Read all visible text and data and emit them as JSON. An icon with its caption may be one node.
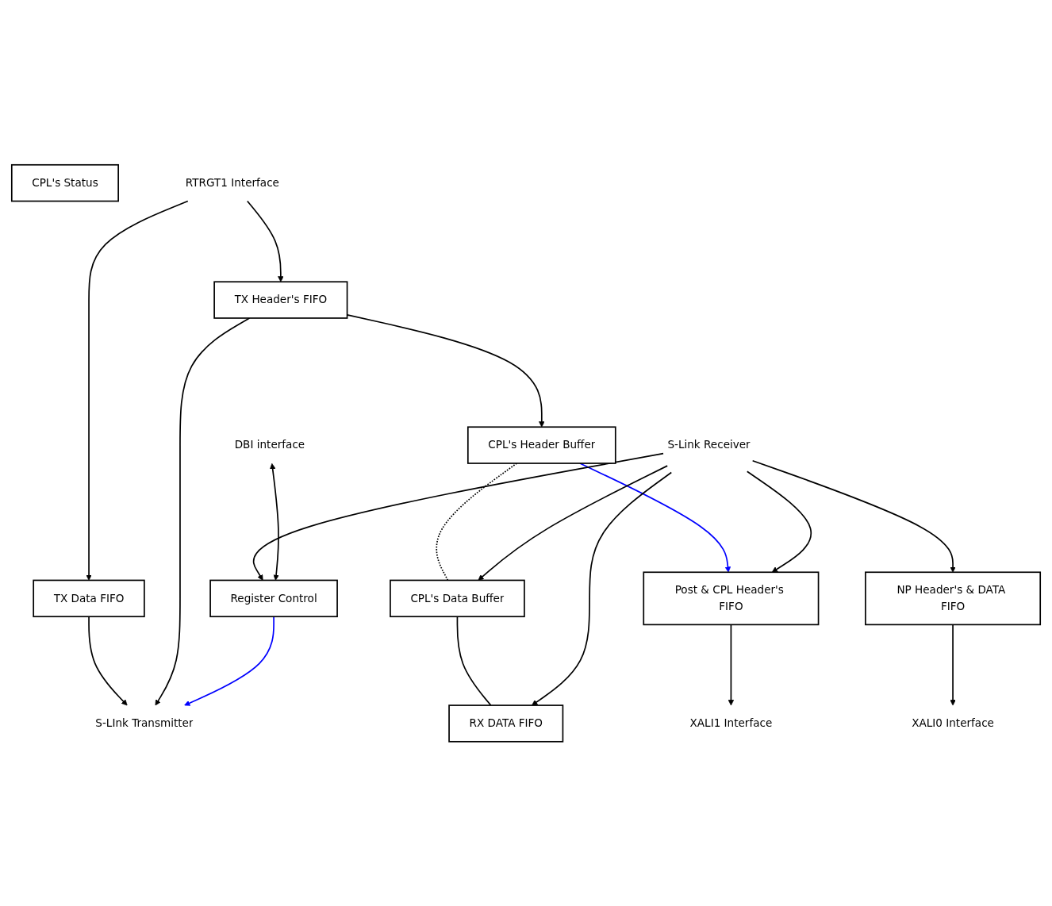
{
  "diagram": {
    "nodes": [
      {
        "text": [
          "TX Data FIFO"
        ]
      },
      {
        "text": [
          "TX Header's FIFO"
        ]
      },
      {
        "text": [
          "CPL's Header Buffer"
        ]
      },
      {
        "text": [
          "CPL's Data Buffer"
        ]
      },
      {
        "text": [
          "CPL's Status"
        ]
      },
      {
        "text": [
          "Post & CPL Header's FIFO"
        ]
      },
      {
        "text": [
          "RX DATA FIFO"
        ]
      },
      {
        "text": [
          "NP Header's & DATA FIFO"
        ]
      },
      {
        "text": [
          "Register Control"
        ]
      },
      {
        "text": [
          "RTRGT1 Interface"
        ]
      },
      {
        "text": [
          "S-LInk Transmitter"
        ]
      },
      {
        "text": [
          "XALI1 Interface"
        ]
      },
      {
        "text": [
          "S-Link Receiver"
        ]
      },
      {
        "text": [
          "XALI0 Interface"
        ]
      },
      {
        "text": [
          "DBI interface"
        ]
      }
    ],
    "edges": [
      {
        "from": 9,
        "to": 0,
        "arrow": "to"
      },
      {
        "from": 9,
        "to": 1,
        "arrow": "to"
      },
      {
        "from": 0,
        "to": 10,
        "arrow": "to"
      },
      {
        "from": 1,
        "to": 10,
        "arrow": "to"
      },
      {
        "from": 1,
        "to": 2,
        "arrow": "to"
      },
      {
        "from": 2,
        "to": 3,
        "arrow": "none",
        "style": "dashed"
      },
      {
        "from": 8,
        "to": 10,
        "arrow": "to",
        "color": "#0000ff"
      },
      {
        "from": 2,
        "to": 5,
        "arrow": "to",
        "color": "#0000ff"
      },
      {
        "from": 3,
        "to": 6,
        "arrow": "none"
      },
      {
        "from": 12,
        "to": 5,
        "arrow": "to"
      },
      {
        "from": 12,
        "to": 3,
        "arrow": "to"
      },
      {
        "from": 12,
        "to": 6,
        "arrow": "to"
      },
      {
        "from": 12,
        "to": 7,
        "arrow": "to"
      },
      {
        "from": 12,
        "to": 8,
        "arrow": "to"
      },
      {
        "from": 5,
        "to": 11,
        "arrow": "to"
      },
      {
        "from": 7,
        "to": 13,
        "arrow": "to"
      },
      {
        "from": 14,
        "to": 8,
        "arrow": "both"
      }
    ]
  }
}
